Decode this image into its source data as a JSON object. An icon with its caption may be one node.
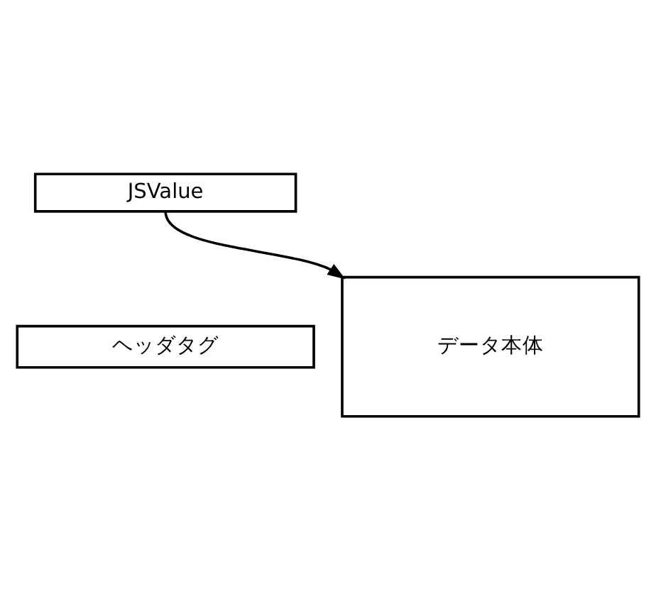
{
  "diagram": {
    "nodes": [
      {
        "text": [
          "JSValue"
        ]
      },
      {
        "text": [
          "ヘッダタグ"
        ]
      },
      {
        "text": [
          "データ本体"
        ]
      }
    ],
    "edges": [
      {
        "from": 0,
        "to": 2,
        "arrow": "to"
      }
    ]
  }
}
